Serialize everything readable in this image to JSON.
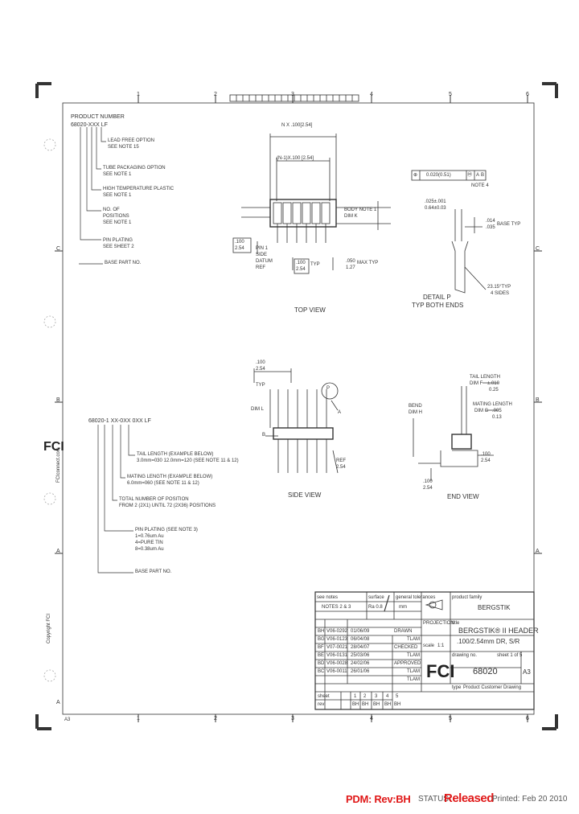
{
  "zone_numbers": [
    "1",
    "2",
    "3",
    "4",
    "5",
    "6"
  ],
  "zone_letters": [
    "C",
    "B",
    "A"
  ],
  "ordering": {
    "product_number_title": "PRODUCT NUMBER",
    "product_number_code": "68020-XXX LF",
    "lead_free": [
      "LEAD FREE OPTION",
      "SEE NOTE 15"
    ],
    "tube": [
      "TUBE PACKAGING OPTION",
      "SEE NOTE 1"
    ],
    "htp": [
      "HIGH TEMPERATURE PLASTIC",
      "SEE NOTE 1"
    ],
    "positions": [
      "NO. OF",
      "POSITIONS",
      "SEE NOTE 1"
    ],
    "plating": [
      "PIN PLATING",
      "SEE SHEET 2"
    ],
    "base": "BASE PART NO."
  },
  "example": {
    "code": "68020-1 XX-0XX 0XX LF",
    "tail_length": [
      "TAIL LENGTH (EXAMPLE BELOW)",
      "3.0mm=030   12.0mm=120 (SEE NOTE 11 & 12)"
    ],
    "mating_length": [
      "MATING LENGTH (EXAMPLE BELOW)",
      "6.0mm=060 (SEE NOTE 11 & 12)"
    ],
    "total_positions": [
      "TOTAL NUMBER OF POSITION",
      "FROM 2 (2X1) UNTIL 72 (2X36) POSITIONS"
    ],
    "pin_plating": [
      "PIN PLATING (SEE NOTE 3)",
      "1=0.76um Au",
      "4=PURE TIN",
      "8=0.38um Au"
    ],
    "base": "BASE PART NO."
  },
  "top_view": {
    "label": "TOP VIEW",
    "dim_nx": "N X .100[2.54]",
    "dim_n1": "(N-1)X.100 [2.54]",
    "body_width": [
      ".100",
      "2.54"
    ],
    "pin1": [
      "PIN 1",
      "SIDE",
      "DATUM",
      "REF"
    ],
    "pitch": [
      ".100",
      "2.54"
    ],
    "typ": "TYP",
    "body_note": [
      "BODY NOTE 1",
      "DIM K"
    ],
    "r050": [
      ".050",
      "1.27"
    ],
    "max_typ": "MAX TYP"
  },
  "detail_p": {
    "fcf": [
      "⊕",
      "0.020(0.51)",
      "Ⓜ",
      "A",
      "B"
    ],
    "note": "NOTE 4",
    "sq_dim": [
      ".025±.001",
      "0.64±0.03"
    ],
    "base_dim": [
      ".014",
      ".035"
    ],
    "base_typ": "BASE TYP",
    "angle": [
      "23.15°TYP",
      "4 SIDES"
    ],
    "label": [
      "DETAIL P",
      "TYP BOTH ENDS"
    ]
  },
  "side_view": {
    "label": "SIDE VIEW",
    "pitch": [
      ".100",
      "2.54"
    ],
    "typ": "TYP",
    "dim_l": "DIM L",
    "p_callout": "P",
    "a_datum": "A",
    "ref": [
      "REF",
      "2.54"
    ],
    "b_datum": "B"
  },
  "end_view": {
    "label": "END VIEW",
    "tail": [
      "TAIL LENGTH",
      "DIM F",
      "±.010",
      "0.25"
    ],
    "mating": [
      "MATING LENGTH",
      "DIM G",
      ".005",
      "0.13"
    ],
    "bend": [
      "BEND",
      "DIM H"
    ],
    "ref": [
      ".100",
      "2.54"
    ],
    "r1": [
      ".100",
      "2.54"
    ]
  },
  "title_block": {
    "notes_label": "see notes",
    "notes_val": "NOTES 2 & 3",
    "surface": "surface",
    "surface_val": "Ra 0.8",
    "tolerances": "general tolerances",
    "tol_val": "mm",
    "product_family_label": "product family",
    "product_family": "BERGSTIK",
    "title_label": "title",
    "title_line1": "BERGSTIK® II HEADER",
    "title_line2": ".100/2.54mm DR, S/R",
    "drawing_no_label": "drawing no.",
    "drawing_no": "68020",
    "sheet": "sheet 1 of 5",
    "size": "A3",
    "type_label": "type",
    "type_val": "Product Customer Drawing",
    "scale_label": "scale",
    "scale_val": "1:1",
    "proj": "PROJECTION",
    "revisions": [
      {
        "rev": "BH",
        "eco": "V06-0292",
        "date": "01/06/09"
      },
      {
        "rev": "BG",
        "eco": "V06-0123",
        "date": "06/04/08"
      },
      {
        "rev": "BF",
        "eco": "V07-0021",
        "date": "28/04/07"
      },
      {
        "rev": "BE",
        "eco": "V06-0131",
        "date": "25/03/06"
      },
      {
        "rev": "BD",
        "eco": "V06-0028",
        "date": "24/02/06"
      },
      {
        "rev": "BC",
        "eco": "V06-0011",
        "date": "26/01/06"
      }
    ],
    "names": [
      "TLAM",
      "TLAM",
      "TLAM",
      "TLAM"
    ],
    "drawn": "DRAWN",
    "checked": "CHECKED",
    "approved": "APPROVED",
    "dates": [
      "01/06/09",
      "06/04/08",
      "28/04/07",
      "25/03/06"
    ],
    "sheet_row": [
      "sheet",
      "1",
      "2",
      "3",
      "4",
      "5"
    ],
    "rev_row": [
      "rev",
      "BH",
      "BH",
      "BH",
      "BH",
      "BH"
    ]
  },
  "copyright": "Copyright FCI",
  "side_url": "FCIconnect.com",
  "small_mark": "A3",
  "footer": {
    "pdm": "PDM: Rev:BH",
    "status_label": "STATUS:",
    "status_value": "Released",
    "printed": "Printed: Feb 20 2010"
  },
  "colors": {
    "line": "#333333",
    "red": "#e01818",
    "paper": "#ffffff"
  }
}
